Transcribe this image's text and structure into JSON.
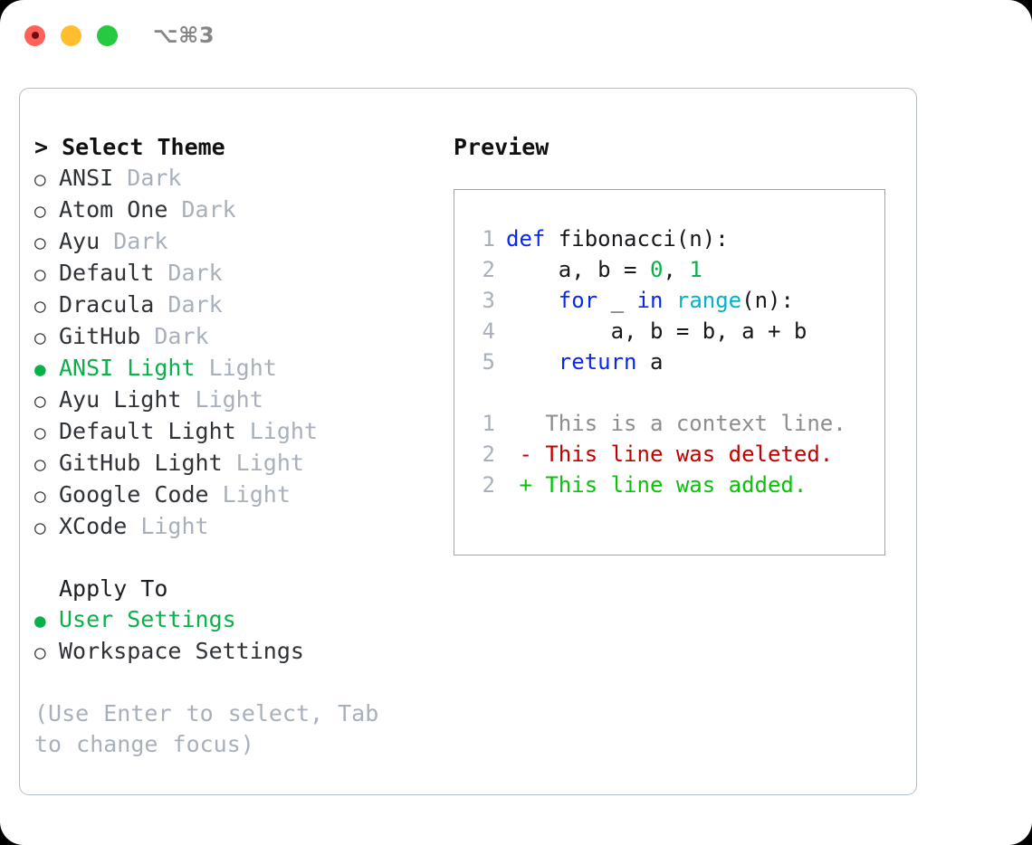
{
  "titlebar": {
    "buttons": [
      {
        "name": "close",
        "color": "#fd6157"
      },
      {
        "name": "minimize",
        "color": "#ffbe2e"
      },
      {
        "name": "zoom",
        "color": "#26c940"
      }
    ],
    "shortcut": "⌥⌘3"
  },
  "theme_picker": {
    "header": "> Select Theme",
    "options": [
      {
        "bullet": "○",
        "name": "ANSI",
        "kind": "Dark",
        "selected": false
      },
      {
        "bullet": "○",
        "name": "Atom One",
        "kind": "Dark",
        "selected": false
      },
      {
        "bullet": "○",
        "name": "Ayu",
        "kind": "Dark",
        "selected": false
      },
      {
        "bullet": "○",
        "name": "Default",
        "kind": "Dark",
        "selected": false
      },
      {
        "bullet": "○",
        "name": "Dracula",
        "kind": "Dark",
        "selected": false
      },
      {
        "bullet": "○",
        "name": "GitHub",
        "kind": "Dark",
        "selected": false
      },
      {
        "bullet": "●",
        "name": "ANSI Light",
        "kind": "Light",
        "selected": true
      },
      {
        "bullet": "○",
        "name": "Ayu Light",
        "kind": "Light",
        "selected": false
      },
      {
        "bullet": "○",
        "name": "Default Light",
        "kind": "Light",
        "selected": false
      },
      {
        "bullet": "○",
        "name": "GitHub Light",
        "kind": "Light",
        "selected": false
      },
      {
        "bullet": "○",
        "name": "Google Code",
        "kind": "Light",
        "selected": false
      },
      {
        "bullet": "○",
        "name": "XCode",
        "kind": "Light",
        "selected": false
      }
    ]
  },
  "apply_to": {
    "label": "Apply To",
    "options": [
      {
        "bullet": "●",
        "name": "User Settings",
        "selected": true
      },
      {
        "bullet": "○",
        "name": "Workspace Settings",
        "selected": false
      }
    ]
  },
  "hint": "(Use Enter to select, Tab to change focus)",
  "preview": {
    "title": "Preview",
    "code_lines": [
      {
        "no": "1",
        "tokens": [
          {
            "t": "def ",
            "c": "kw"
          },
          {
            "t": "fibonacci(n):",
            "c": "plain"
          }
        ]
      },
      {
        "no": "2",
        "tokens": [
          {
            "t": "    a, b = ",
            "c": "plain"
          },
          {
            "t": "0",
            "c": "num"
          },
          {
            "t": ", ",
            "c": "plain"
          },
          {
            "t": "1",
            "c": "num"
          }
        ]
      },
      {
        "no": "3",
        "tokens": [
          {
            "t": "    ",
            "c": "plain"
          },
          {
            "t": "for",
            "c": "kw"
          },
          {
            "t": " _ ",
            "c": "plain"
          },
          {
            "t": "in",
            "c": "kw"
          },
          {
            "t": " ",
            "c": "plain"
          },
          {
            "t": "range",
            "c": "fn"
          },
          {
            "t": "(n):",
            "c": "plain"
          }
        ]
      },
      {
        "no": "4",
        "tokens": [
          {
            "t": "        a, b = b, a + b",
            "c": "plain"
          }
        ]
      },
      {
        "no": "5",
        "tokens": [
          {
            "t": "    ",
            "c": "plain"
          },
          {
            "t": "return",
            "c": "kw"
          },
          {
            "t": " a",
            "c": "plain"
          }
        ]
      }
    ],
    "diff_lines": [
      {
        "no": "1",
        "marker": "  ",
        "text": "This is a context line.",
        "kind": "ctx"
      },
      {
        "no": "2",
        "marker": "- ",
        "text": "This line was deleted.",
        "kind": "del"
      },
      {
        "no": "2",
        "marker": "+ ",
        "text": "This line was added.",
        "kind": "add"
      }
    ]
  },
  "colors": {
    "accent_green": "#0ab04a",
    "muted": "#a7b0bb",
    "keyword": "#0a27f0",
    "function": "#00b3c8",
    "number": "#0ab04a",
    "diff_delete": "#c20000",
    "diff_add": "#0ac20a",
    "border": "#9aa6b4"
  }
}
